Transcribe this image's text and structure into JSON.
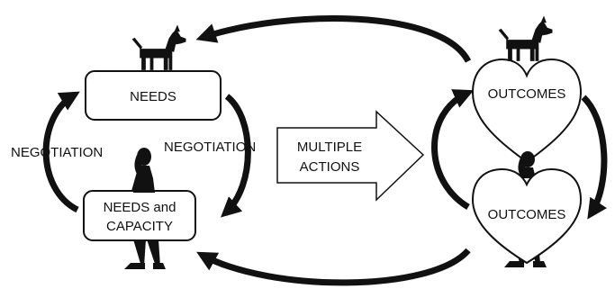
{
  "nodes": {
    "needs": "NEEDS",
    "needs_capacity_line1": "NEEDS and",
    "needs_capacity_line2": "CAPACITY",
    "outcomes_top": "OUTCOMES",
    "outcomes_bottom": "OUTCOMES"
  },
  "edges": {
    "negotiation_left": "NEGOTIATION",
    "negotiation_right": "NEGOTIATION",
    "actions_line1": "MULTIPLE",
    "actions_line2": "ACTIONS"
  },
  "icons": [
    "dog-silhouette-icon",
    "woman-silhouette-icon"
  ],
  "colors": {
    "ink": "#111111",
    "background": "#ffffff"
  }
}
